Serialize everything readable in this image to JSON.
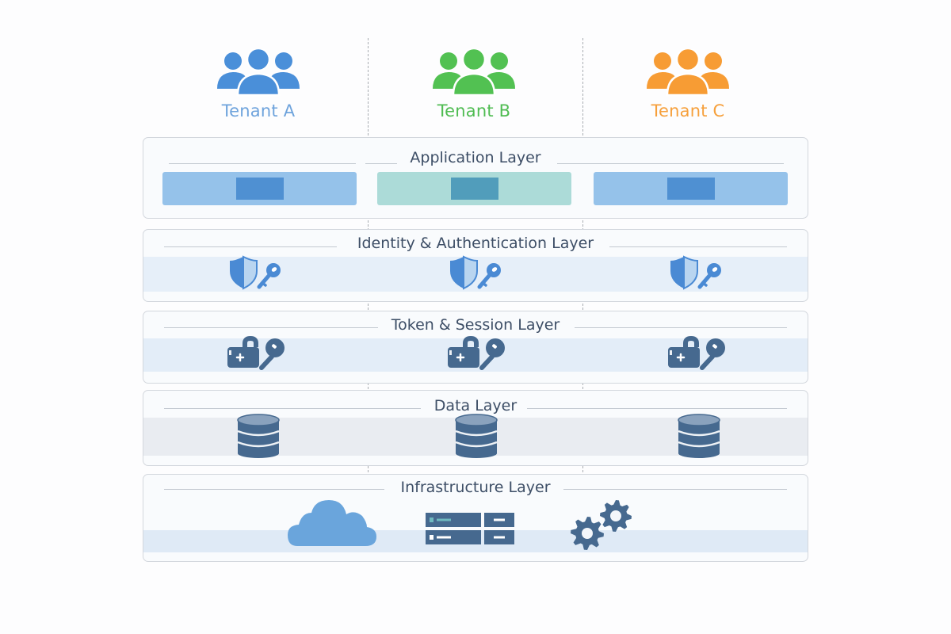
{
  "tenants": [
    {
      "name": "Tenant A",
      "color": "#4a8fd9",
      "label_color": "#6ea3dc",
      "icon": "users-icon"
    },
    {
      "name": "Tenant B",
      "color": "#52c152",
      "label_color": "#4fbc52",
      "icon": "users-icon"
    },
    {
      "name": "Tenant C",
      "color": "#f79c34",
      "label_color": "#f6a03c",
      "icon": "users-icon"
    }
  ],
  "layers": [
    {
      "title": "Application Layer",
      "cells": [
        {
          "type": "app-instance",
          "bar_color": "#95c2ea",
          "inner_color": "#4f90d2"
        },
        {
          "type": "app-instance",
          "bar_color": "#acdbd8",
          "inner_color": "#519dbb"
        },
        {
          "type": "app-instance",
          "bar_color": "#95c2ea",
          "inner_color": "#4f90d2"
        }
      ]
    },
    {
      "title": "Identity & Authentication Layer",
      "band_color": "#e6eff9",
      "cells": [
        {
          "icon": "shield-key-icon"
        },
        {
          "icon": "shield-key-icon"
        },
        {
          "icon": "shield-key-icon"
        }
      ]
    },
    {
      "title": "Token & Session Layer",
      "band_color": "#e3edf8",
      "cells": [
        {
          "icon": "token-lock-key-icon"
        },
        {
          "icon": "token-lock-key-icon"
        },
        {
          "icon": "token-lock-key-icon"
        }
      ]
    },
    {
      "title": "Data Layer",
      "band_color": "#e9ecf1",
      "cells": [
        {
          "icon": "database-icon"
        },
        {
          "icon": "database-icon"
        },
        {
          "icon": "database-icon"
        }
      ]
    },
    {
      "title": "Infrastructure Layer",
      "band_color": "#dfeaf6",
      "shared_icons": [
        "cloud-icon",
        "server-rack-icon",
        "gears-icon"
      ]
    }
  ],
  "colors": {
    "icon_blue": "#4a8ad4",
    "icon_light_blue": "#b9d5f0",
    "icon_slate": "#46698f",
    "icon_slate_light": "#8aa2bd",
    "cloud_blue": "#6aa5dc",
    "title_text": "#3d4e66",
    "border": "#d3d7dd"
  }
}
